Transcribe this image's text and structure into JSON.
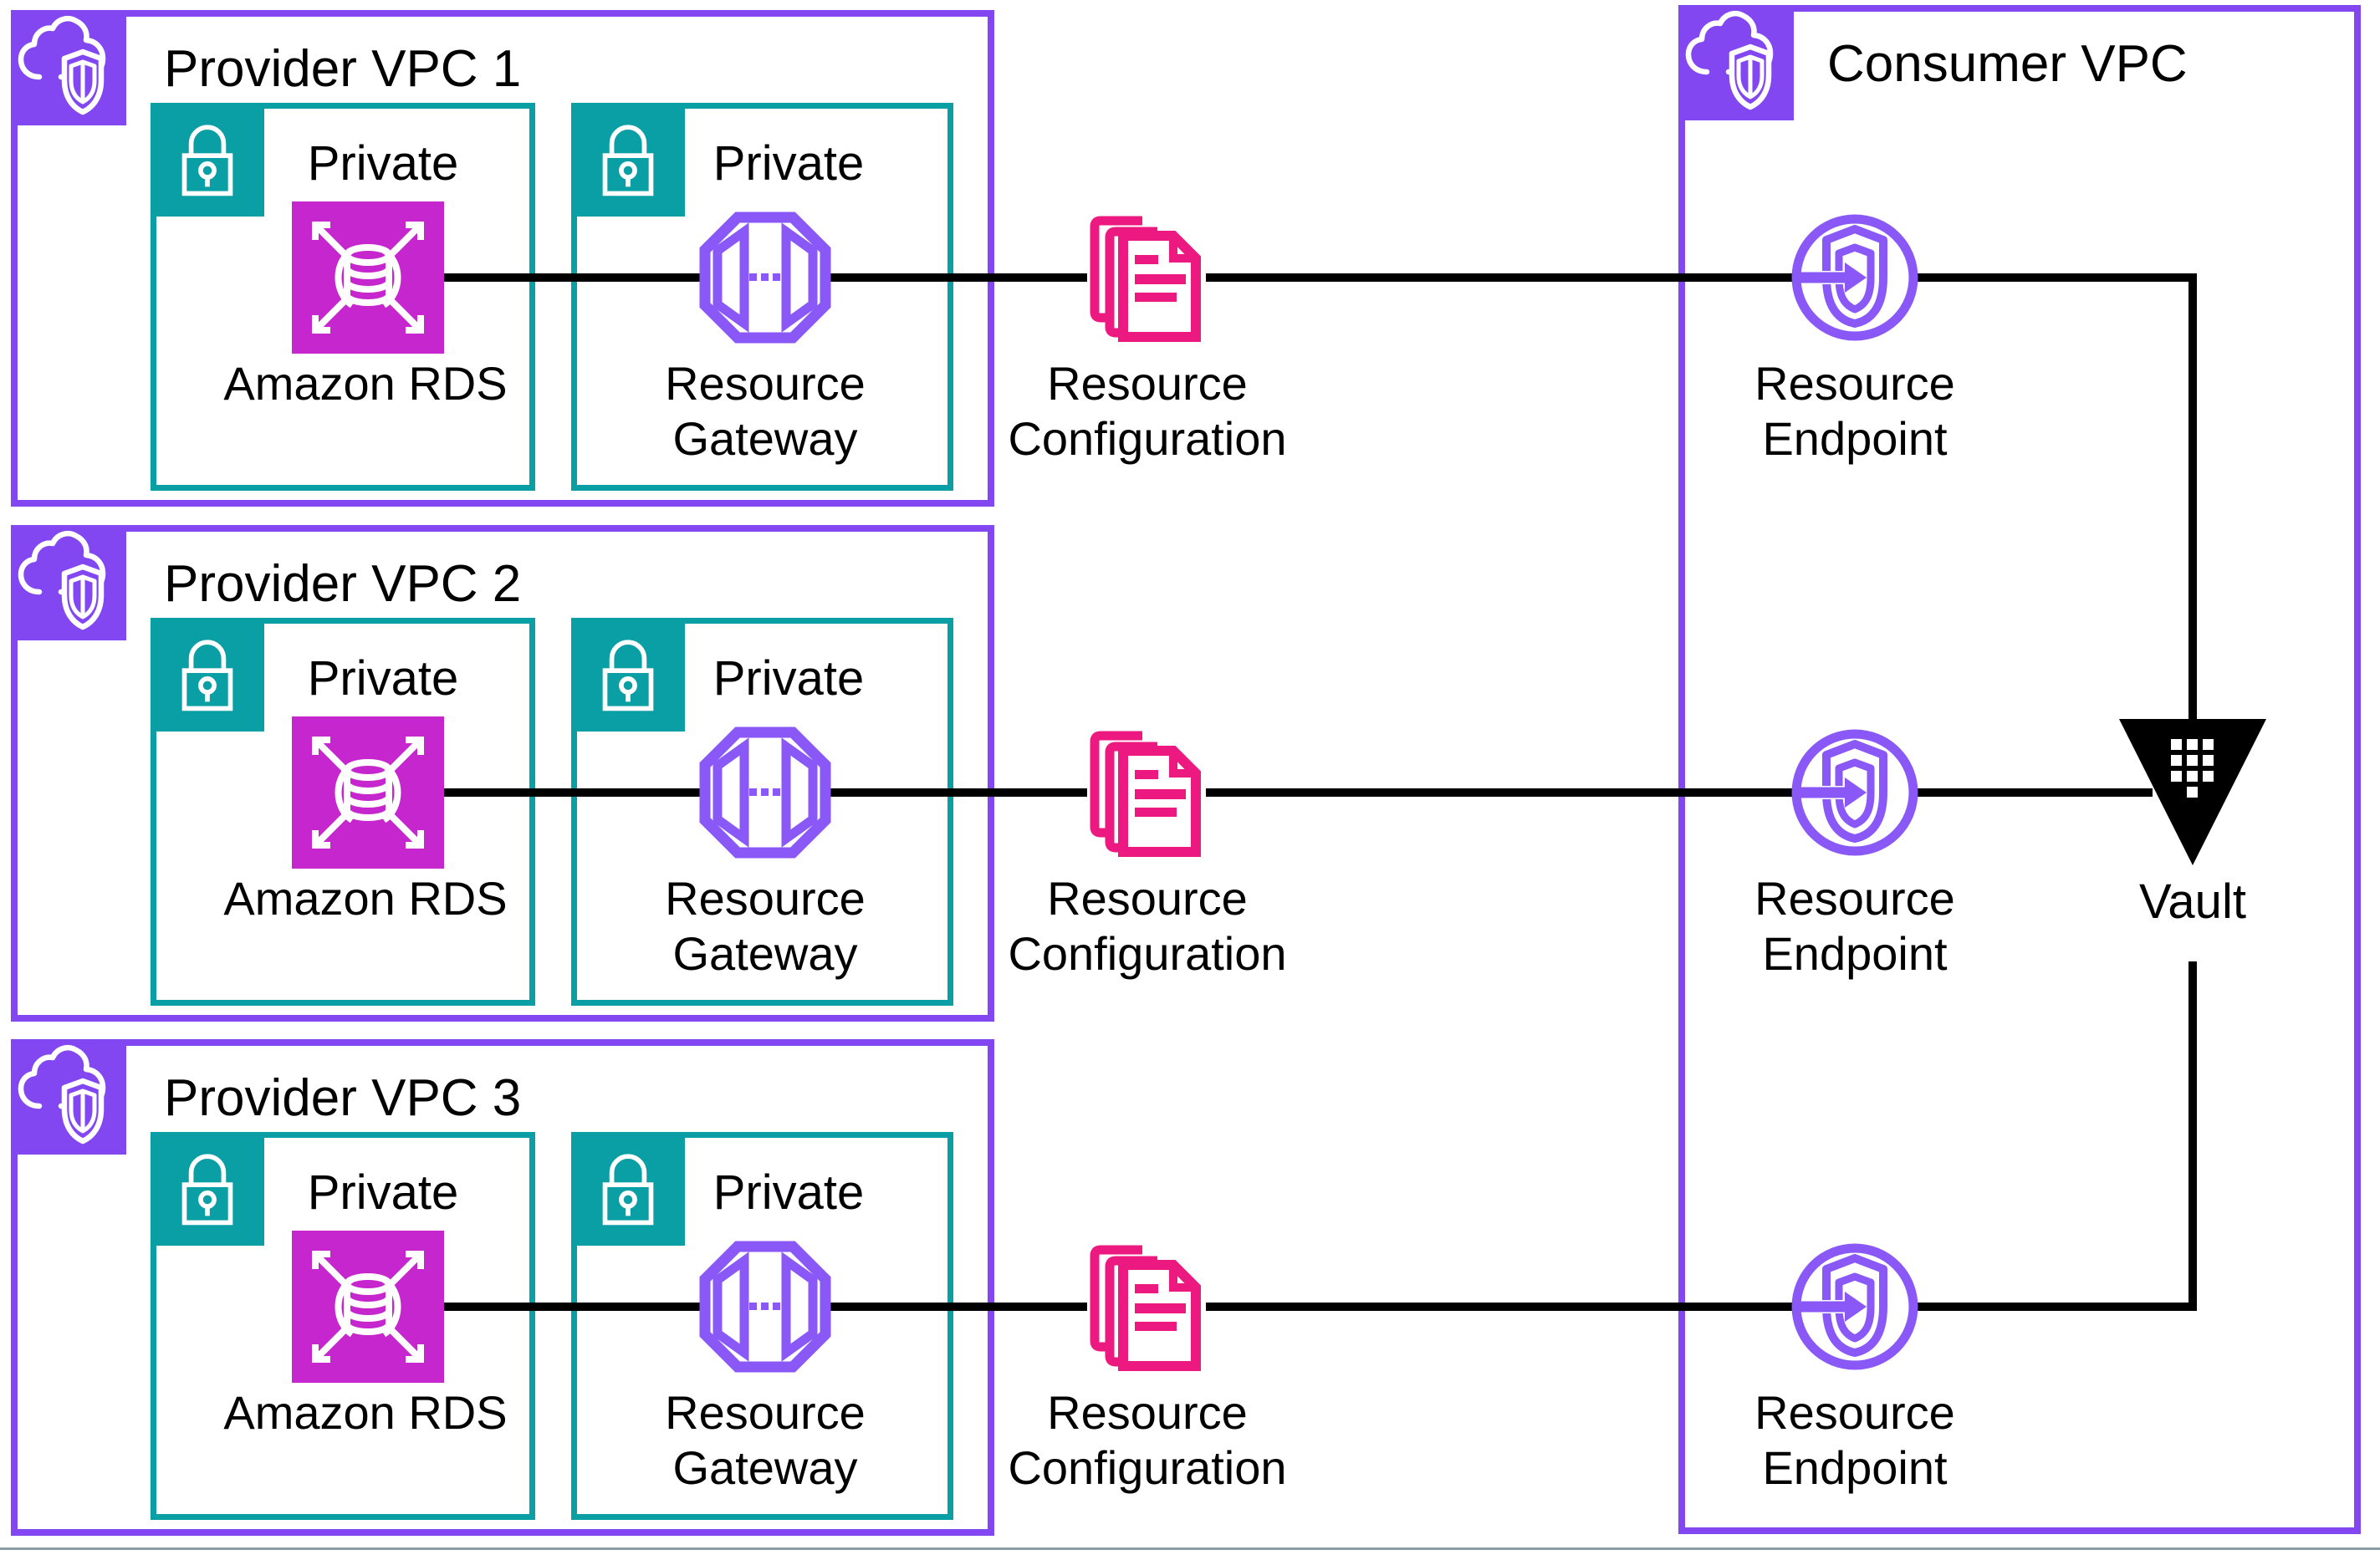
{
  "colors": {
    "vpc_purple": "#8247F0",
    "icon_purple": "#8A58F7",
    "subnet_teal": "#0A9EA5",
    "rds_magenta": "#C626CE",
    "config_pink": "#EC1981",
    "line_black": "#000000",
    "text_black": "#000000",
    "hairline_gray": "#8C9DA6"
  },
  "rows": [
    {
      "vpc_title": "Provider VPC 1",
      "subnet1_label": "Private",
      "rds_label": "Amazon RDS",
      "subnet2_label": "Private",
      "gateway_label": "Resource Gateway",
      "config_label": "Resource Configuration",
      "endpoint_label": "Resource Endpoint"
    },
    {
      "vpc_title": "Provider VPC 2",
      "subnet1_label": "Private",
      "rds_label": "Amazon RDS",
      "subnet2_label": "Private",
      "gateway_label": "Resource Gateway",
      "config_label": "Resource Configuration",
      "endpoint_label": "Resource Endpoint"
    },
    {
      "vpc_title": "Provider VPC 3",
      "subnet1_label": "Private",
      "rds_label": "Amazon RDS",
      "subnet2_label": "Private",
      "gateway_label": "Resource Gateway",
      "config_label": "Resource Configuration",
      "endpoint_label": "Resource Endpoint"
    }
  ],
  "consumer": {
    "title": "Consumer VPC"
  },
  "vault": {
    "label": "Vault"
  },
  "icons": {
    "vpc": "cloud-shield-icon",
    "subnet": "lock-icon",
    "rds": "database-cluster-icon",
    "gateway": "resource-gateway-octagon-icon",
    "config": "document-stack-icon",
    "endpoint": "shield-arrow-endpoint-icon",
    "vault": "vault-triangle-keypad-icon"
  }
}
